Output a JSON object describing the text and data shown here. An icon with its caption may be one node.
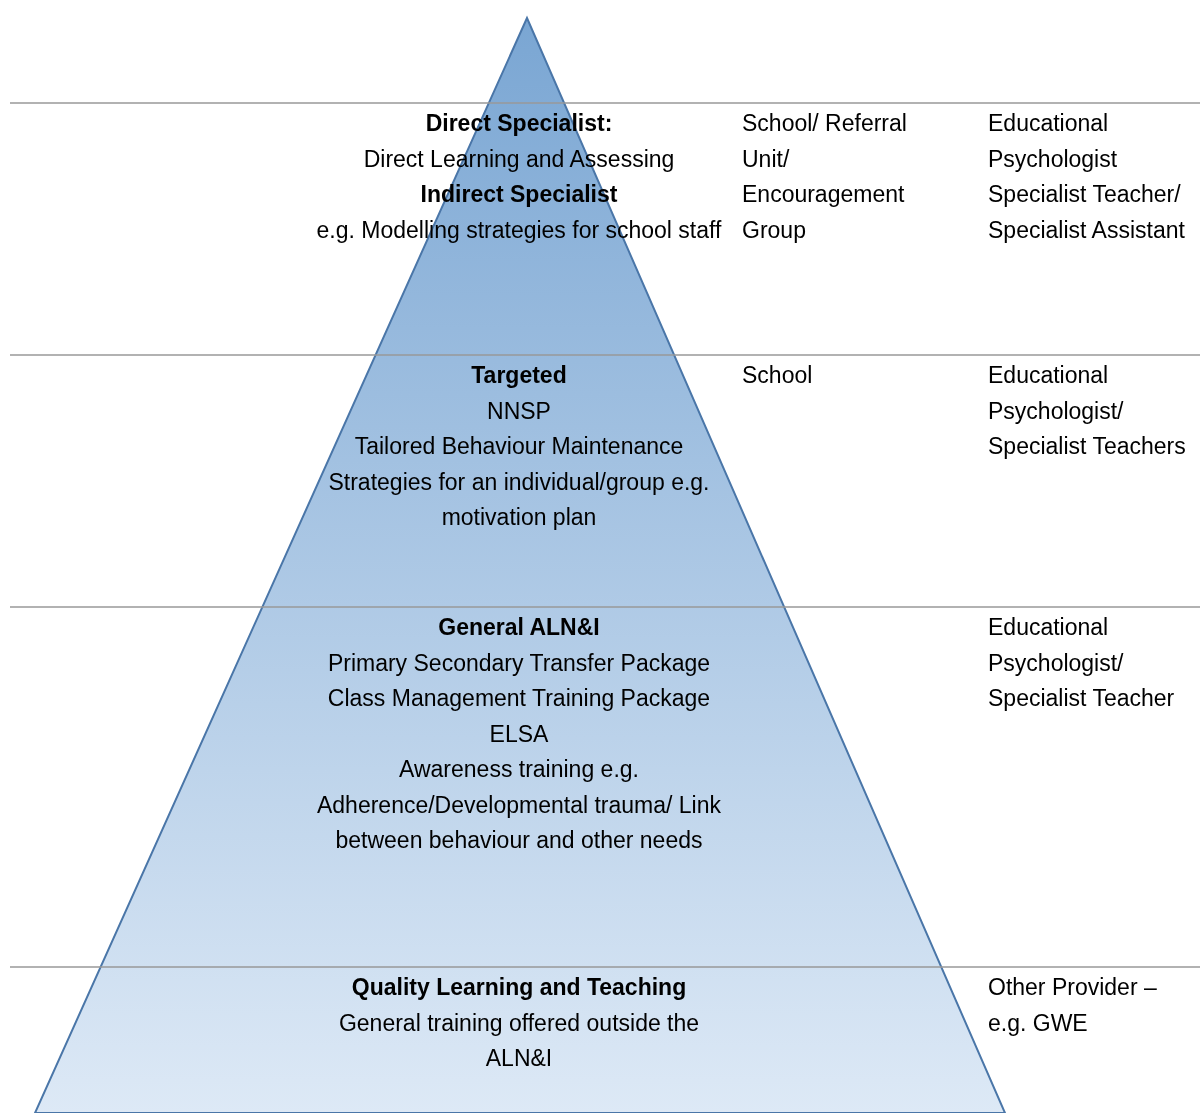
{
  "diagram": {
    "nodes": [
      {
        "text": [
          "Direct Specialist:",
          "Direct Learning and Assessing",
          "Indirect Specialist",
          "e.g. Modelling strategies for school staff"
        ],
        "beside": [
          "School/ Referral Unit/ Encouragement Group",
          "Educational Psychologist Specialist Teacher/ Specialist Assistant"
        ]
      },
      {
        "text": [
          "Targeted",
          "NNSP",
          "Tailored Behaviour Maintenance Strategies for an individual/group e.g. motivation plan"
        ],
        "beside": [
          "School",
          "Educational Psychologist/ Specialist Teachers"
        ]
      },
      {
        "text": [
          "General ALN&I",
          "Primary Secondary Transfer Package",
          "Class Management Training Package",
          "ELSA",
          "Awareness training e.g. Adherence/Developmental trauma/ Link between behaviour and other needs"
        ],
        "beside": [
          "Educational Psychologist/ Specialist Teacher"
        ]
      },
      {
        "text": [
          "Quality Learning and Teaching",
          "General training offered outside the ALN&I"
        ],
        "beside": [
          "Other Provider – e.g. GWE"
        ]
      }
    ]
  }
}
